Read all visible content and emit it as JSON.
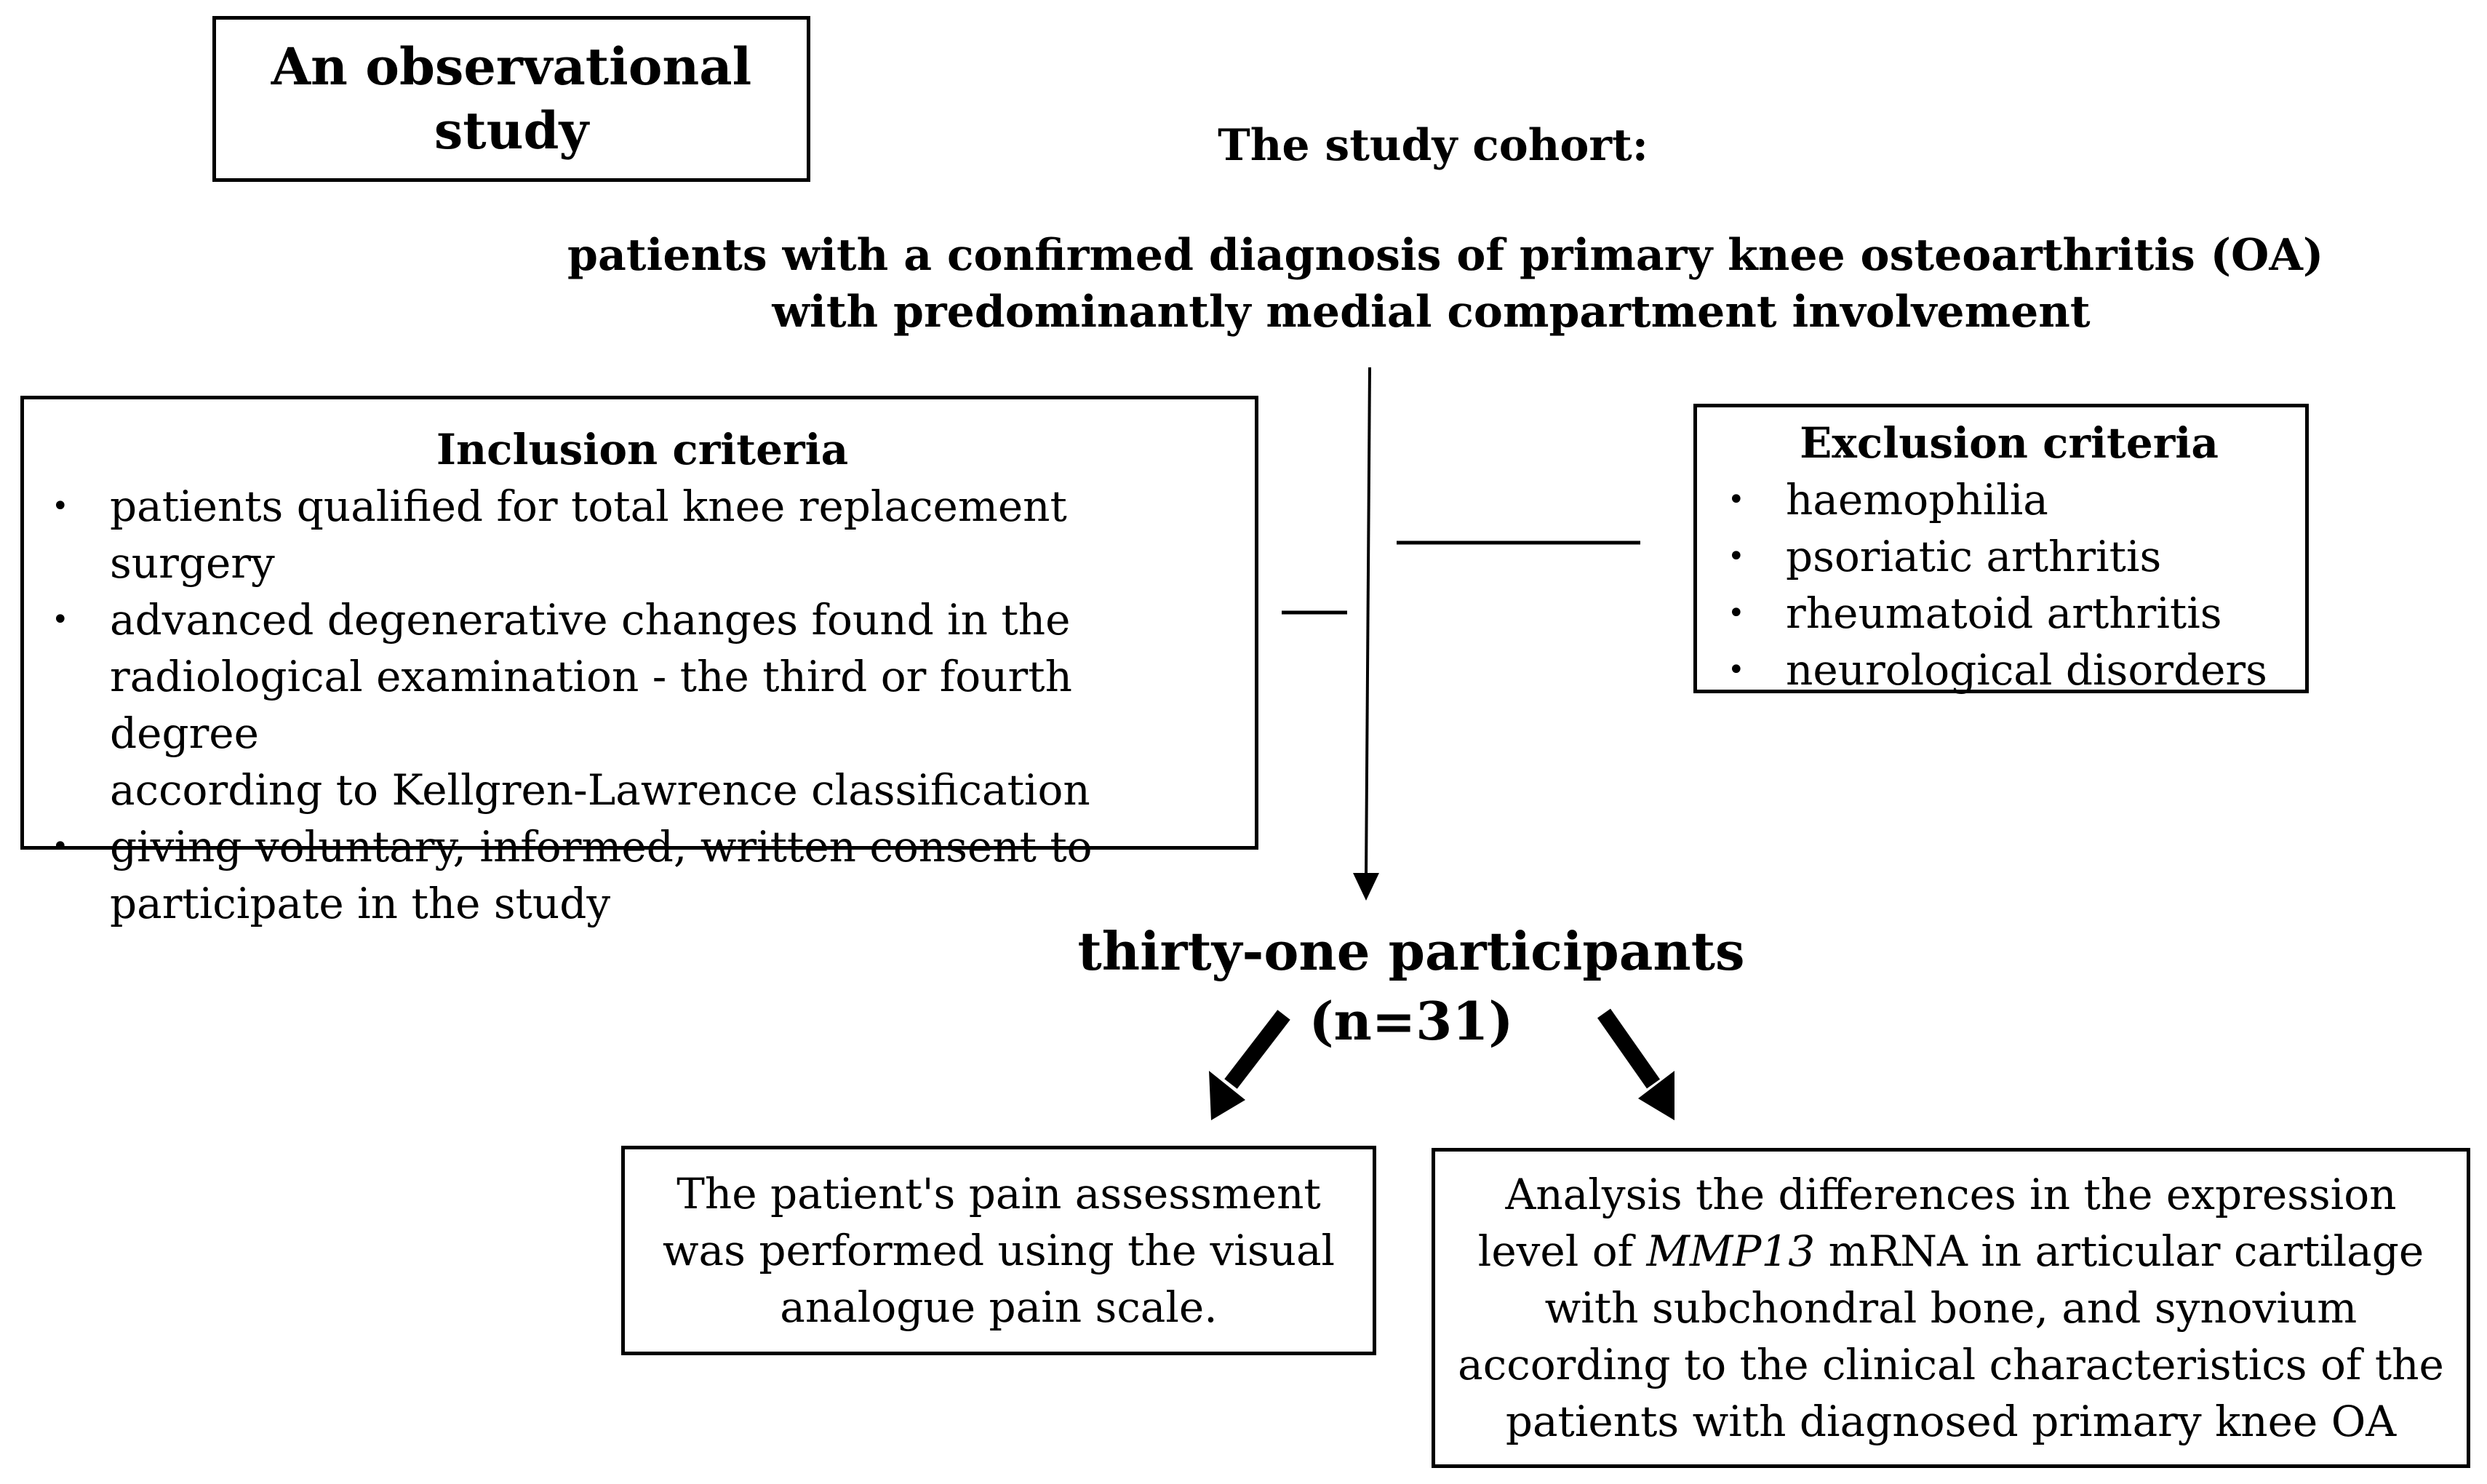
{
  "diagram": {
    "title_box": {
      "line1": "An observational",
      "line2": "study"
    },
    "cohort": {
      "title": "The study cohort:",
      "description_line1": "patients with a confirmed diagnosis of primary knee osteoarthritis (OA)",
      "description_line2": "with predominantly medial compartment involvement"
    },
    "inclusion": {
      "heading": "Inclusion criteria",
      "items": [
        {
          "line1": "patients qualified for total knee replacement surgery"
        },
        {
          "line1": "advanced degenerative changes found in the",
          "line2": "radiological examination - the third or fourth degree",
          "line3": "according to Kellgren-Lawrence classification"
        },
        {
          "line1": "giving voluntary, informed, written consent to",
          "line2": "participate in the study"
        }
      ]
    },
    "exclusion": {
      "heading": "Exclusion criteria",
      "items": [
        "haemophilia",
        "psoriatic arthritis",
        "rheumatoid arthritis",
        "neurological disorders"
      ]
    },
    "participants": {
      "label": "thirty-one participants",
      "count": "(n=31)"
    },
    "outcome_pain": {
      "line1": "The patient's pain assessment",
      "line2": "was performed using the visual",
      "line3": "analogue pain scale."
    },
    "outcome_analysis": {
      "line1": "Analysis the differences in the expression",
      "line2_pre": "level of ",
      "line2_gene": "MMP13",
      "line2_post": " mRNA in articular cartilage",
      "line3": "with subchondral bone, and synovium",
      "line4": "according to the clinical characteristics of the",
      "line5": "patients with diagnosed primary knee OA"
    },
    "bullet_symbol": "•"
  }
}
